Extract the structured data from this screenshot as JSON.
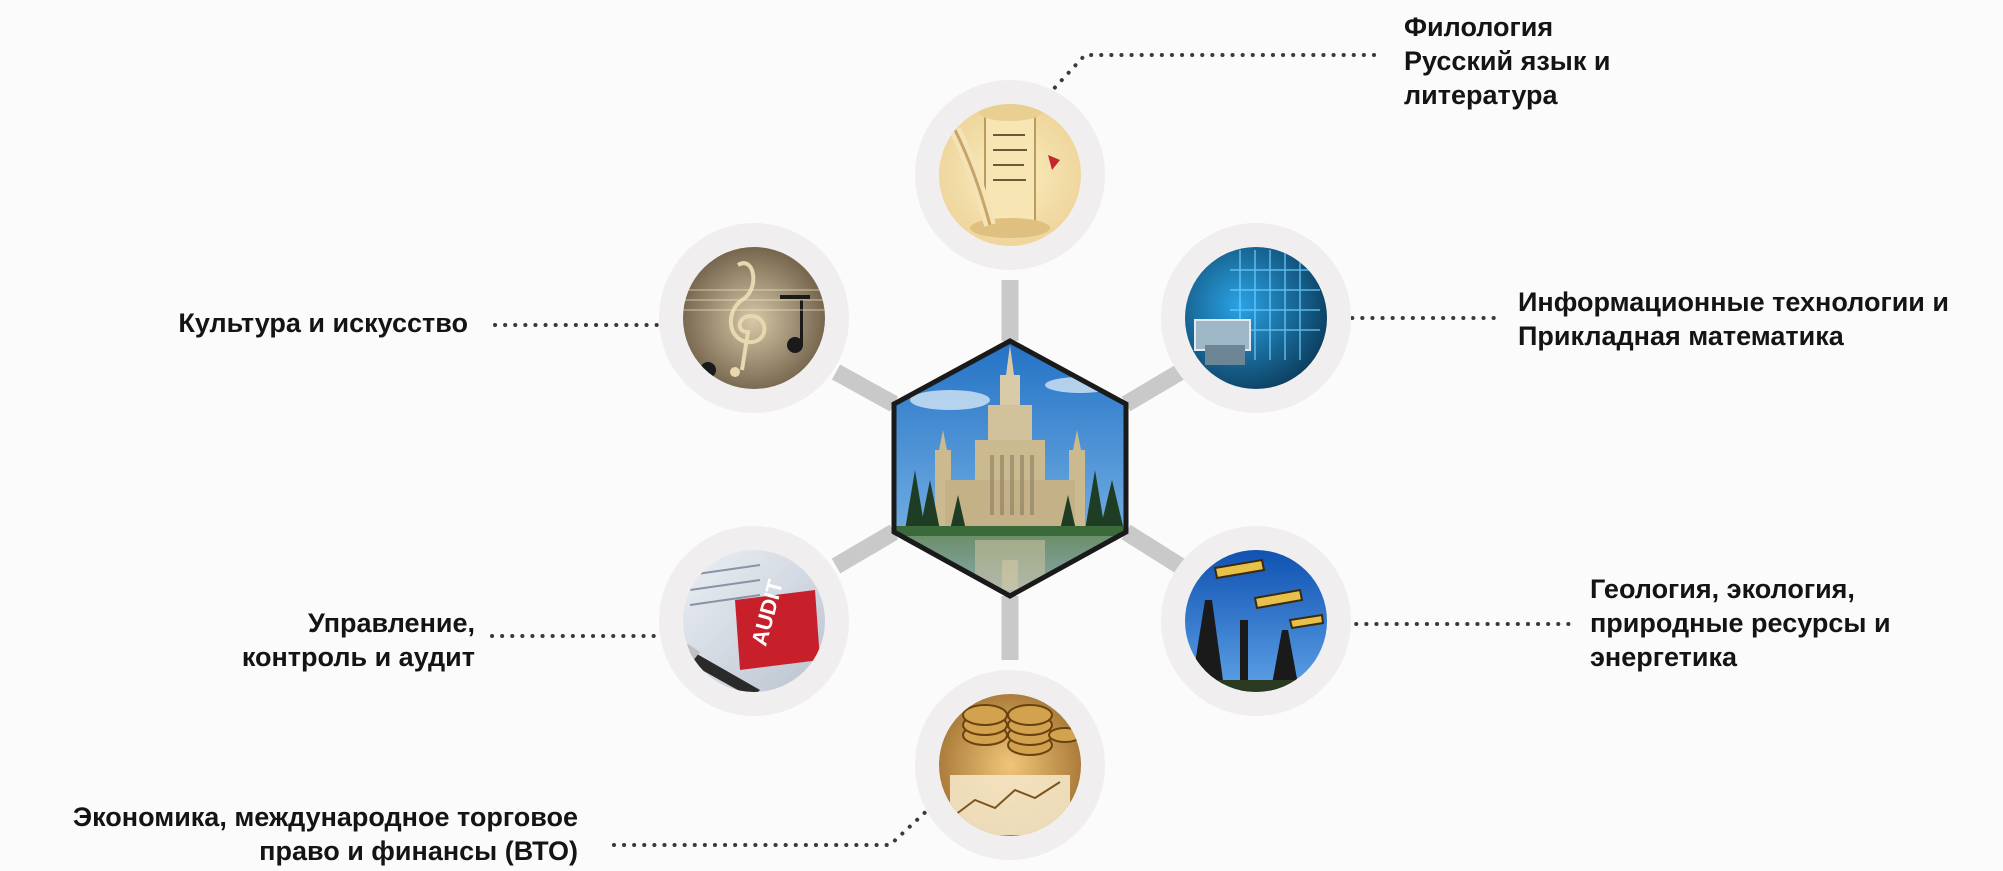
{
  "diagram": {
    "center": {
      "name": "university-building",
      "kind": "building",
      "icon": "university-building-icon"
    },
    "nodes": [
      {
        "id": "philology",
        "icon": "scroll-quill-icon",
        "lines": [
          "Филология",
          "Русский язык и",
          "литература"
        ]
      },
      {
        "id": "it",
        "icon": "circuit-board-icon",
        "lines": [
          "Информационные технологии и",
          "Прикладная математика"
        ]
      },
      {
        "id": "geology",
        "icon": "oil-pump-icon",
        "lines": [
          "Геология, экология,",
          "природные ресурсы и",
          "энергетика"
        ]
      },
      {
        "id": "economics",
        "icon": "coins-icon",
        "lines": [
          "Экономика, международное торговое",
          "право и финансы (ВТО)"
        ]
      },
      {
        "id": "audit",
        "icon": "audit-documents-icon",
        "lines": [
          "Управление,",
          "контроль и аудит"
        ]
      },
      {
        "id": "culture",
        "icon": "treble-clef-icon",
        "lines": [
          "Культура и искусство"
        ]
      }
    ],
    "colors": {
      "connector": "#c9c9c9",
      "hex_border": "#1a1a1a",
      "sky": "#2f7fc9",
      "dots": "#3a3a3a",
      "text": "#141414",
      "halo": "#f0eeee"
    }
  }
}
